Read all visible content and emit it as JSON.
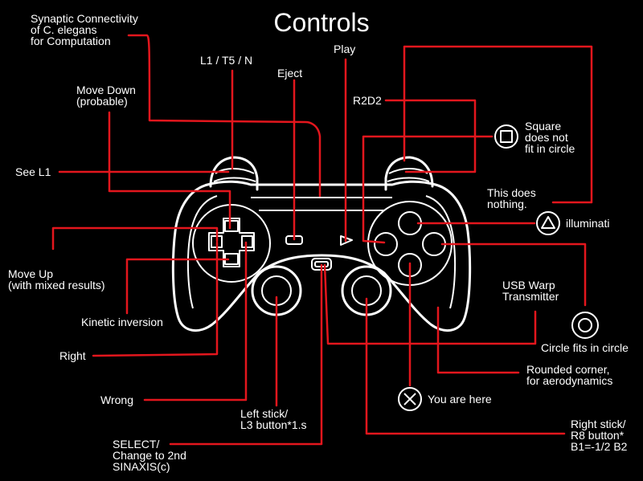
{
  "title": "Controls",
  "colors": {
    "background": "#000000",
    "lines": "#e3161d",
    "ink": "#ffffff"
  },
  "labels": {
    "synaptic": [
      "Synaptic Connectivity",
      "of C. elegans",
      "for Computation"
    ],
    "l1": "L1 / T5 / N",
    "eject": "Eject",
    "play": "Play",
    "move_down": [
      "Move Down",
      "(probable)"
    ],
    "r2d2": "R2D2",
    "square": [
      "Square",
      "does not",
      "fit in circle"
    ],
    "see_l1": "See L1",
    "this_does_nothing": [
      "This does",
      "nothing."
    ],
    "illuminati": "illuminati",
    "move_up": [
      "Move Up",
      "(with mixed results)"
    ],
    "usb": [
      "USB Warp",
      "Transmitter"
    ],
    "kinetic": "Kinetic inversion",
    "circle": "Circle fits in circle",
    "right": "Right",
    "rounded": [
      "Rounded corner,",
      "for aerodynamics"
    ],
    "wrong": "Wrong",
    "you_are_here": "You are here",
    "left_stick": [
      "Left stick/",
      "L3 button*1.s"
    ],
    "right_stick": [
      "Right stick/",
      "R8 button*",
      "B1=-1/2 B2"
    ],
    "select": [
      "SELECT/",
      "Change to 2nd",
      "SINAXIS(c)"
    ]
  },
  "icons": [
    "square-icon",
    "triangle-icon",
    "circle-icon",
    "cross-icon"
  ]
}
